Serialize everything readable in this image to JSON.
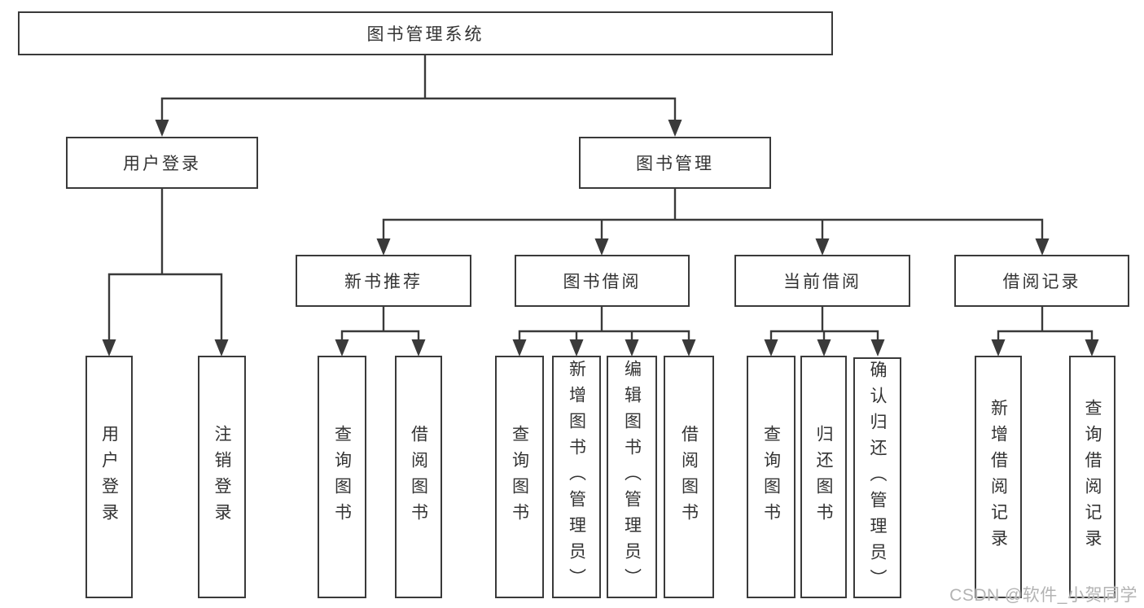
{
  "diagram": {
    "root": {
      "label": "图书管理系统"
    },
    "branches": [
      {
        "label": "用户登录",
        "children": [
          {
            "label": "用户登录"
          },
          {
            "label": "注销登录"
          }
        ]
      },
      {
        "label": "图书管理",
        "children": [
          {
            "label": "新书推荐",
            "children": [
              {
                "label": "查询图书"
              },
              {
                "label": "借阅图书"
              }
            ]
          },
          {
            "label": "图书借阅",
            "children": [
              {
                "label": "查询图书"
              },
              {
                "label": "新增图书（管理员）"
              },
              {
                "label": "编辑图书（管理员）"
              },
              {
                "label": "借阅图书"
              }
            ]
          },
          {
            "label": "当前借阅",
            "children": [
              {
                "label": "查询图书"
              },
              {
                "label": "归还图书"
              },
              {
                "label": "确认归还（管理员）"
              }
            ]
          },
          {
            "label": "借阅记录",
            "children": [
              {
                "label": "新增借阅记录"
              },
              {
                "label": "查询借阅记录"
              }
            ]
          }
        ]
      }
    ]
  },
  "watermark": {
    "text": "CSDN @软件_小贺同学"
  },
  "colors": {
    "line": "#3a3a3a",
    "text": "#333333",
    "box_background": "#ffffff",
    "page_background": "#ffffff",
    "watermark": "#b3b3b3"
  }
}
